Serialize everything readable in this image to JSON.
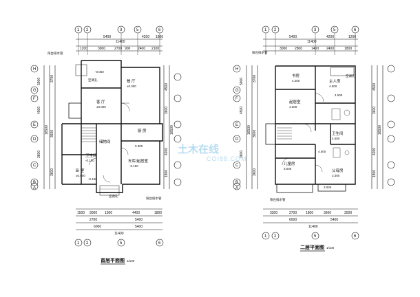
{
  "plans": [
    {
      "id": "first",
      "title": "首层平面图",
      "scale": "1/100",
      "top_dims_outer": [
        "5400",
        "11400",
        "4200",
        "1800"
      ],
      "top_dims_inner": [
        "1200",
        "3000",
        "2700",
        "900",
        "2400",
        "2100"
      ],
      "bottom_dims_row1": [
        "1500",
        "3000",
        "1500",
        "4400",
        "1800"
      ],
      "bottom_dims_row2": [
        "2700",
        "5400"
      ],
      "bottom_dims_row3": [
        "6000",
        "5400"
      ],
      "bottom_total": "11400",
      "left_dims_outer": [
        "5900",
        "4500",
        "3800"
      ],
      "left_total": "16500",
      "left_dims_inner": [
        "3700",
        "3600",
        "3600"
      ],
      "right_dims": [
        "4500",
        "3600",
        "4200",
        "1800"
      ],
      "right_total": "16500",
      "rooms": [
        {
          "key": "dining",
          "label": "餐 厅",
          "level": "±0.000"
        },
        {
          "key": "living",
          "label": "客 厅",
          "level": "±0.000"
        },
        {
          "key": "kitchen",
          "label": "厨 房",
          "level": ""
        },
        {
          "key": "toilet",
          "label": "卫生间",
          "level": "-0.100"
        },
        {
          "key": "bedroom",
          "label": "卧 室",
          "level": "±0.000"
        },
        {
          "key": "garage",
          "label": "车库/起居室",
          "level": "-0.150"
        },
        {
          "key": "storage",
          "label": "储物间",
          "level": ""
        }
      ],
      "levels": [
        "-0.050",
        "0.300",
        "-0.150"
      ],
      "notes": [
        "阳台排水管",
        "阳台排水管",
        "空调孔",
        "空调孔"
      ]
    },
    {
      "id": "second",
      "title": "二层平面图",
      "scale": "1/100",
      "top_dims_outer": [
        "5400",
        "11400",
        "4200",
        "1200"
      ],
      "top_dims_inner": [
        "3000",
        "2800",
        "1400",
        "2400",
        "1800"
      ],
      "bottom_dims_row1": [
        "3300",
        "2700",
        "1800",
        "3600",
        "3000"
      ],
      "bottom_dims_row2": [
        "6000",
        "5400"
      ],
      "bottom_total": "11400",
      "left_dims_outer": [
        "5900",
        "4500",
        "3800"
      ],
      "left_total": "16500",
      "left_dims_inner": [
        "3700",
        "3600",
        "3600"
      ],
      "right_dims": [
        "4500",
        "3600",
        "4200",
        "1800"
      ],
      "right_total": "16500",
      "rooms": [
        {
          "key": "study",
          "label": "书房",
          "level": "4.200"
        },
        {
          "key": "master",
          "label": "主人房",
          "level": "4.500"
        },
        {
          "key": "lounge",
          "label": "起居室",
          "level": "4.200"
        },
        {
          "key": "toilet2",
          "label": "卫生间",
          "level": "4.500"
        },
        {
          "key": "children",
          "label": "儿童房",
          "level": "3.000"
        },
        {
          "key": "parents",
          "label": "父母房",
          "level": "3.300"
        }
      ],
      "levels": [
        "4.500",
        "4.500",
        "3.000"
      ],
      "notes": [
        "阳台排水管",
        "空调孔",
        "阳台排水管"
      ]
    }
  ],
  "axis_letters": [
    "H",
    "G",
    "F",
    "E",
    "D",
    "C",
    "B",
    "A"
  ],
  "axis_numbers_top": [
    "1",
    "2",
    "3",
    "5",
    "6"
  ],
  "axis_numbers_bottom": [
    "1",
    "2",
    "5",
    "6"
  ],
  "watermark": {
    "main": "土木在线",
    "sub": "COI88.COM"
  },
  "colors": {
    "lines": "#111111",
    "watermark": "#2e9bd3",
    "background": "#ffffff"
  }
}
